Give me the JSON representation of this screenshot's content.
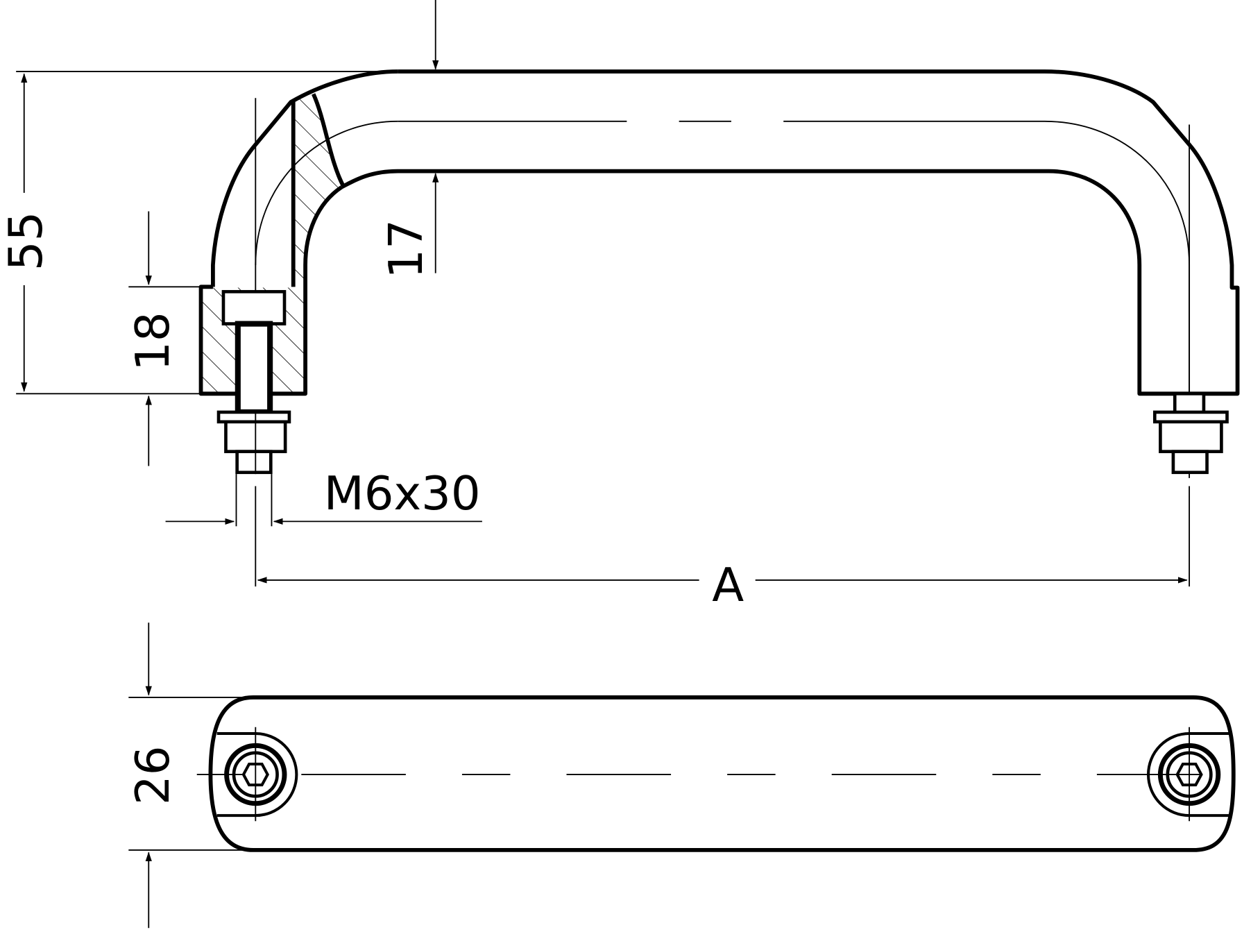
{
  "drawing": {
    "title": "U-shaped pull handle technical drawing",
    "stroke_color": "#000000",
    "background": "#ffffff",
    "dimensions": {
      "height_total": "55",
      "grip_thickness": "17",
      "foot_height": "18",
      "screw": "M6x30",
      "hole_spacing": "A",
      "width": "26"
    },
    "views": [
      "side-section-view",
      "top-view"
    ]
  }
}
